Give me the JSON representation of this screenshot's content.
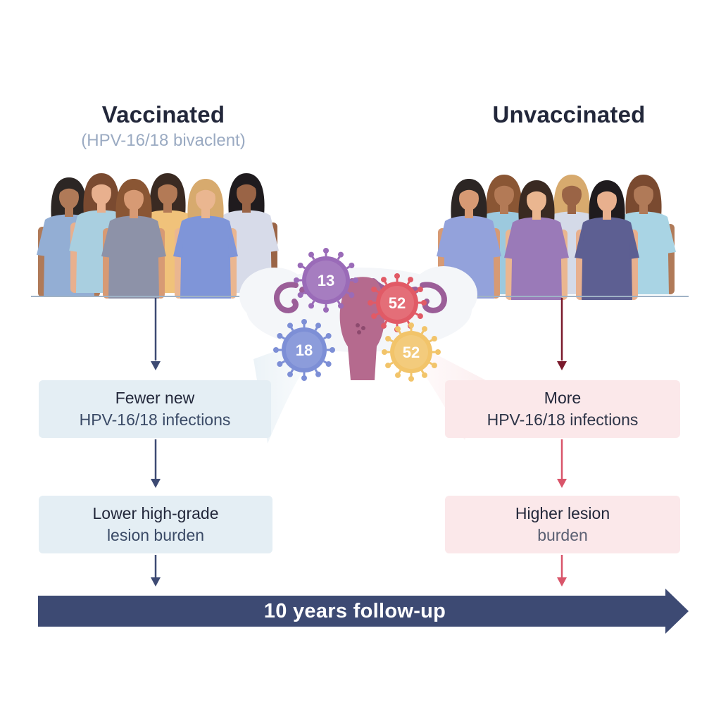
{
  "groups": {
    "vaccinated": {
      "title": "Vaccinated",
      "subtitle": "(HPV-16/18 bivaclent)",
      "outcome_1": {
        "line_1": "Fewer new",
        "line_2": "HPV-16/18 infections"
      },
      "outcome_2": {
        "line_1": "Lower high-grade",
        "line_2": "lesion burden"
      },
      "color": "#3d4a73"
    },
    "unvaccinated": {
      "title": "Unvaccinated",
      "outcome_1": {
        "line_1": "More",
        "line_2": "HPV-16/18 infections"
      },
      "outcome_2": {
        "line_1": "Higher lesion",
        "line_2": "burden"
      },
      "color": "#d9556a"
    }
  },
  "center": {
    "virus_labels": [
      "13",
      "52",
      "18",
      "52"
    ],
    "virus_colors": [
      "#9a6bb8",
      "#e15a66",
      "#7d8fd6",
      "#f2c46a"
    ],
    "uterus_color": "#b56a8e"
  },
  "timeline": {
    "label": "10 years follow-up",
    "color": "#3d4a73"
  },
  "people": {
    "left_dress_colors": [
      "#a9cfe0",
      "#93aed4",
      "#8d92a8",
      "#f0c27a",
      "#7f95d8",
      "#d7dbe9"
    ],
    "right_dress_colors": [
      "#93a2db",
      "#9cc9de",
      "#9a7ab8",
      "#d4dae8",
      "#5d5f92",
      "#a9d4e4"
    ]
  }
}
